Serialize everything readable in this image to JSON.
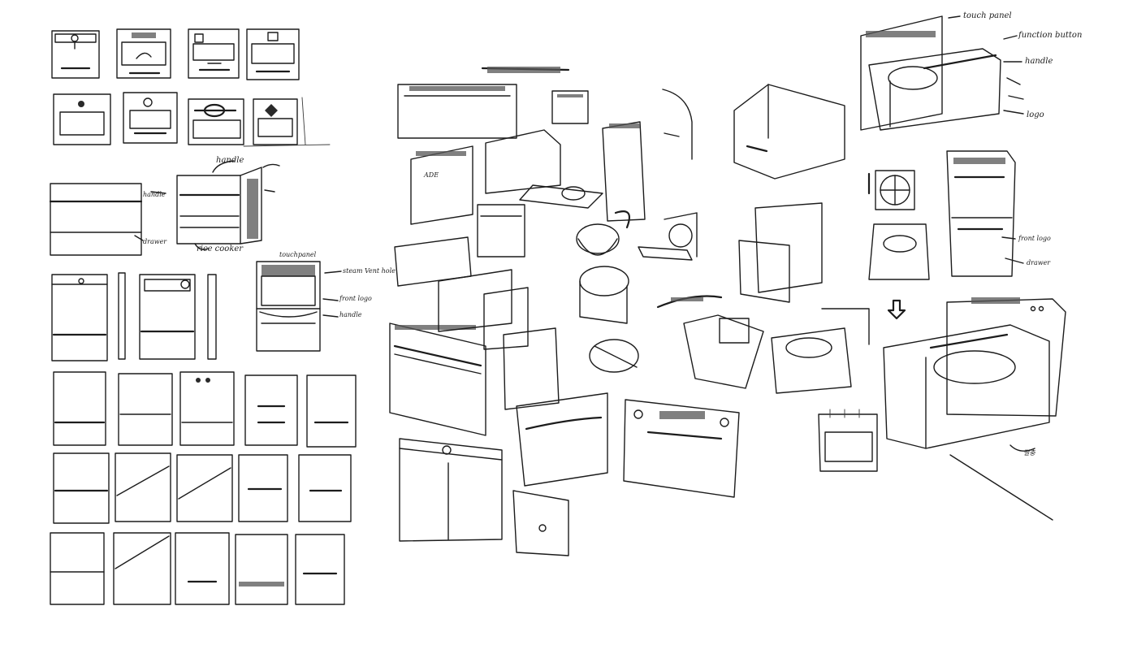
{
  "sketch_sheet": {
    "annotations": {
      "handle_a": "handle",
      "drawer_a": "drawer",
      "rice_cooker": "rice cooker",
      "touchpanel_mid": "touchpanel",
      "steam_vent": "steam Vent hole",
      "front_logo": "front logo",
      "handle_b": "handle",
      "touch_panel_top": "touch panel",
      "function_button": "function button",
      "handle_c": "handle",
      "logo": "logo",
      "front_logo_right": "front logo",
      "drawer_right": "drawer"
    }
  }
}
